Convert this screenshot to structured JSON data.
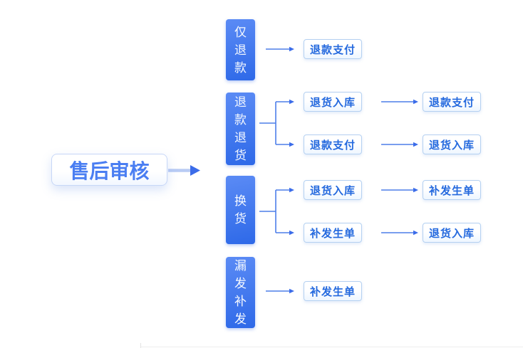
{
  "root": {
    "label": "售后审核"
  },
  "groups": [
    {
      "category": "仅退款",
      "rows": [
        {
          "steps": [
            "退款支付"
          ]
        }
      ]
    },
    {
      "category": "退款退货",
      "rows": [
        {
          "steps": [
            "退货入库",
            "退款支付"
          ]
        },
        {
          "steps": [
            "退款支付",
            "退货入库"
          ]
        }
      ]
    },
    {
      "category": "换货",
      "rows": [
        {
          "steps": [
            "退货入库",
            "补发生单"
          ]
        },
        {
          "steps": [
            "补发生单",
            "退货入库"
          ]
        }
      ]
    },
    {
      "category": "漏发补发",
      "rows": [
        {
          "steps": [
            "补发生单"
          ]
        }
      ]
    }
  ],
  "colors": {
    "category_gradient_top": "#5b8bf5",
    "category_gradient_bottom": "#2e69e8",
    "connector_line": "#4d7ee9",
    "arrowhead": "#3b6ce9",
    "main_arrow_shaft": "#b9cbf4",
    "root_text": "#4a7ef2",
    "step_text": "#2469de",
    "step_border": "#b4d0f1"
  }
}
